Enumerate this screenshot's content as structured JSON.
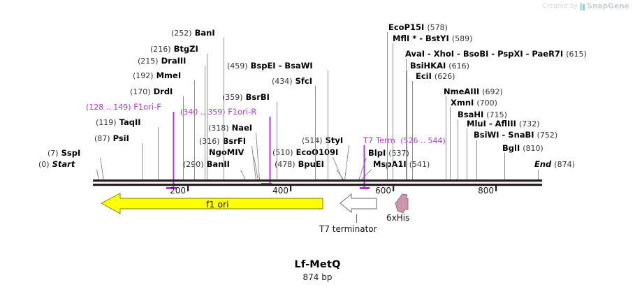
{
  "watermark": {
    "prefix": "Created by",
    "brand": "SnapGene",
    "icon": "snapgene-logo-icon"
  },
  "sequence": {
    "name": "Lf-MetQ",
    "length_label": "874 bp",
    "length_bp": 874,
    "start_label": "Start",
    "start_pos": "(0)",
    "end_label": "End",
    "end_pos": "(874)"
  },
  "ruler": {
    "ticks": [
      {
        "label": "200",
        "value": 200
      },
      {
        "label": "400",
        "value": 400
      },
      {
        "label": "600",
        "value": 600
      },
      {
        "label": "800",
        "value": 800
      }
    ]
  },
  "sites": [
    {
      "name": "Start",
      "pos": "(0)",
      "value": 0,
      "terminus": true
    },
    {
      "name": "SspI",
      "pos": "(7)",
      "value": 7
    },
    {
      "name": "PsiI",
      "pos": "(87)",
      "value": 87
    },
    {
      "name": "TaqII",
      "pos": "(119)",
      "value": 119
    },
    {
      "name": "DrdI",
      "pos": "(170)",
      "value": 170
    },
    {
      "name": "MmeI",
      "pos": "(192)",
      "value": 192
    },
    {
      "name": "DraIII",
      "pos": "(215)",
      "value": 215
    },
    {
      "name": "BtgZI",
      "pos": "(216)",
      "value": 216
    },
    {
      "name": "BanI",
      "pos": "(252)",
      "value": 252
    },
    {
      "name": "BanII",
      "pos": "(290)",
      "value": 290
    },
    {
      "name": "NgoMIV",
      "pos": "",
      "value": 316
    },
    {
      "name": "BsrFI",
      "pos": "(316)",
      "value": 316
    },
    {
      "name": "NaeI",
      "pos": "(318)",
      "value": 318
    },
    {
      "name": "BsrBI",
      "pos": "(359)",
      "value": 359
    },
    {
      "name": "BspEI - BsaWI",
      "pos": "(459)",
      "value": 459
    },
    {
      "name": "SfcI",
      "pos": "(434)",
      "value": 434
    },
    {
      "name": "BpuEI",
      "pos": "(478)",
      "value": 478
    },
    {
      "name": "EcoO109I",
      "pos": "(510)",
      "value": 510
    },
    {
      "name": "StyI",
      "pos": "(514)",
      "value": 514
    },
    {
      "name": "BlpI",
      "pos": "(537)",
      "value": 537
    },
    {
      "name": "MspA1I",
      "pos": "(541)",
      "value": 541
    },
    {
      "name": "EcoP15I",
      "pos": "(578)",
      "value": 578
    },
    {
      "name": "MflI * - BstYI",
      "pos": "(589)",
      "value": 589
    },
    {
      "name": "AvaI - XhoI - BsoBI - PspXI - PaeR7I",
      "pos": "(615)",
      "value": 615
    },
    {
      "name": "BsiHKAI",
      "pos": "(616)",
      "value": 616
    },
    {
      "name": "EciI",
      "pos": "(626)",
      "value": 626
    },
    {
      "name": "NmeAIII",
      "pos": "(692)",
      "value": 692
    },
    {
      "name": "XmnI",
      "pos": "(700)",
      "value": 700
    },
    {
      "name": "BsaHI",
      "pos": "(715)",
      "value": 715
    },
    {
      "name": "MluI - AflIII",
      "pos": "(732)",
      "value": 732
    },
    {
      "name": "BsiWI - SnaBI",
      "pos": "(752)",
      "value": 752
    },
    {
      "name": "BglI",
      "pos": "(810)",
      "value": 810
    },
    {
      "name": "End",
      "pos": "(874)",
      "value": 874,
      "terminus": true
    }
  ],
  "primers": [
    {
      "name": "F1ori-F",
      "range": "(128 .. 149)",
      "start": 128,
      "end": 149,
      "color": "#b335d6"
    },
    {
      "name": "F1ori-R",
      "range": "(340 .. 359)",
      "start": 340,
      "end": 359,
      "color": "#b335d6"
    },
    {
      "name": "T7 Term",
      "range": "(526 .. 544)",
      "start": 526,
      "end": 544,
      "color": "#b335d6"
    }
  ],
  "features": [
    {
      "name": "f1 ori",
      "direction": "left",
      "color": "#ffff00",
      "start": 20,
      "end": 428
    },
    {
      "name": "T7 terminator",
      "direction": "left",
      "color": "#ffffff",
      "start": 478,
      "end": 545
    },
    {
      "name": "6xHis",
      "direction": "left",
      "color": "#cc99b0",
      "start": 600,
      "end": 620
    }
  ],
  "labels_text": {
    "site_label_tpl": "{pos} {name}"
  }
}
